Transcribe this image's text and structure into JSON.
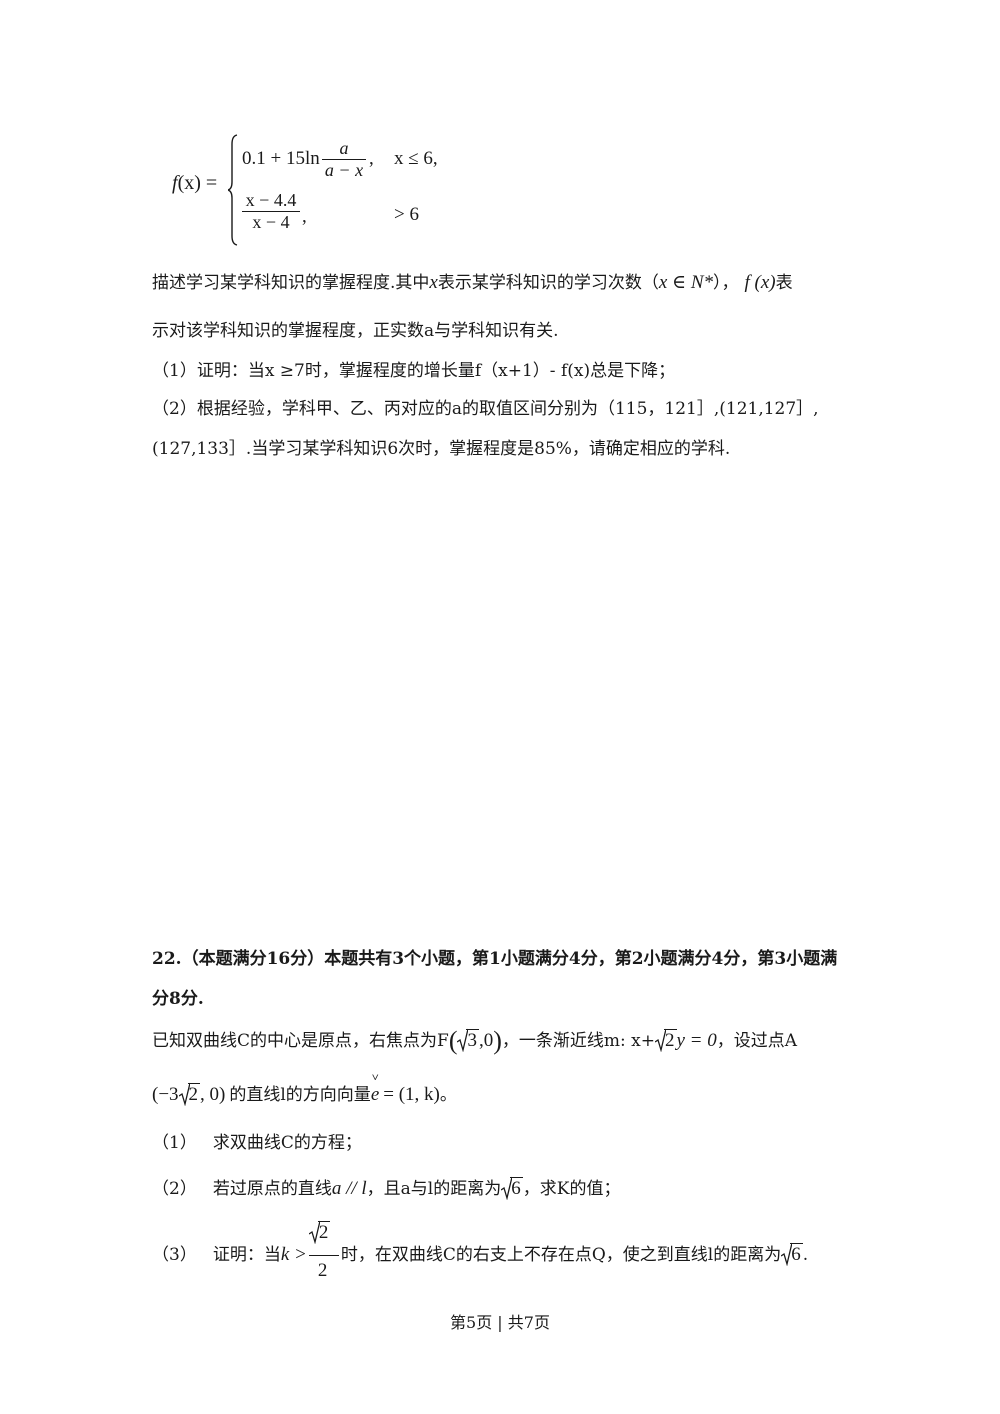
{
  "piecewise": {
    "lhs_f": "f",
    "lhs_paren": "(x) =",
    "case1_prefix": "0.1 + 15ln",
    "case1_num": "a",
    "case1_den": "a − x",
    "case1_comma": ",",
    "case1_cond": "x ≤ 6,",
    "case2_num": "x − 4.4",
    "case2_den": "x − 4",
    "case2_comma": ",",
    "case2_cond": "> 6"
  },
  "q21": {
    "line1": "描述学习某学科知识的掌握程度.其中",
    "line1_x": "x",
    "line1_mid": "表示某学科知识的学习次数（",
    "line1_set": "x ∈ N*",
    "line1_after": "），",
    "line1_fx": "f (x)",
    "line1_end": "表",
    "line2": "示对该学科知识的掌握程度，正实数a与学科知识有关.",
    "part1": "（1）证明：当x ≥7时，掌握程度的增长量f（x+1）- f(x)总是下降；",
    "part2_a": "（2）根据经验，学科甲、乙、丙对应的a的取值区间分别为（115，121］,(121,127］,",
    "part2_b": "(127,133］.当学习某学科知识6次时，掌握程度是85%，请确定相应的学科."
  },
  "q22": {
    "header_a": "22.（本题满分16分）本题共有3个小题，第1小题满分4分，第2小题满分4分，第3小题满",
    "header_b": "分8分.",
    "l1_pre": "已知双曲线C的中心是原点，右焦点为F",
    "l1_focus_rad": "3",
    "l1_focus_tail": ",0",
    "l1_mid": "，一条渐近线m: x+",
    "l1_asym_rad": "2",
    "l1_asym_tail": "y = 0",
    "l1_end": "，设过点A",
    "l2_pre": "(−3",
    "l2_rad": "2",
    "l2_tail": ", 0)",
    "l2_mid": "的直线l的方向向量",
    "l2_vec": "e",
    "l2_vec_tail": "= (1, k)",
    "l2_end": "。",
    "p1_label": "（1）",
    "p1_text": "求双曲线C的方程；",
    "p2_label": "（2）",
    "p2_pre": "若过原点的直线",
    "p2_rel": "a // l",
    "p2_mid": "，且a与l的距离为",
    "p2_rad": "6",
    "p2_end": "，求K的值；",
    "p3_label": "（3）",
    "p3_pre": "证明：当",
    "p3_k": "k >",
    "p3_frac_num_rad": "2",
    "p3_frac_den": "2",
    "p3_mid": "时，在双曲线C的右支上不存在点Q，使之到直线l的距离为",
    "p3_rad": "6",
    "p3_end": "."
  },
  "footer": "第5页 | 共7页"
}
